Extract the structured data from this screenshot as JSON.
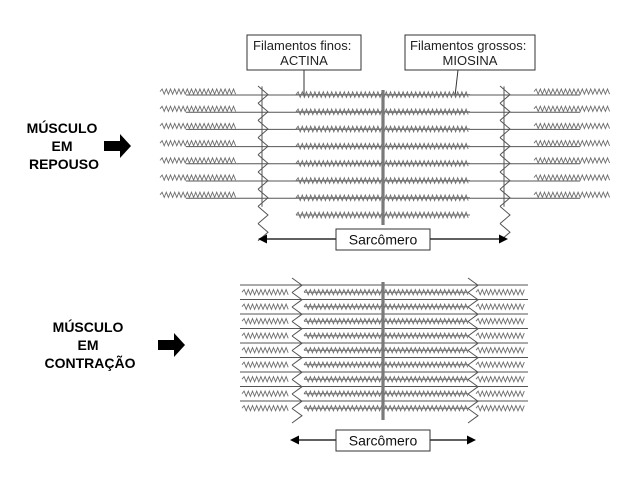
{
  "rest": {
    "label_lines": [
      "MÚSCULO",
      "EM",
      "REPOUSO"
    ],
    "callout_thin": [
      "Filamentos finos:",
      "ACTINA"
    ],
    "callout_thick": [
      "Filamentos grossos:",
      "MIOSINA"
    ],
    "sarcomere_label": "Sarcômero"
  },
  "contraction": {
    "label_lines": [
      "MÚSCULO",
      "EM",
      "CONTRAÇÃO"
    ],
    "sarcomere_label": "Sarcômero"
  },
  "colors": {
    "ink": "#000000",
    "line": "#555555",
    "myosin": "#6e6e6e",
    "mline": "#7a7a7a"
  },
  "icons": [
    "arrow-right-icon"
  ]
}
